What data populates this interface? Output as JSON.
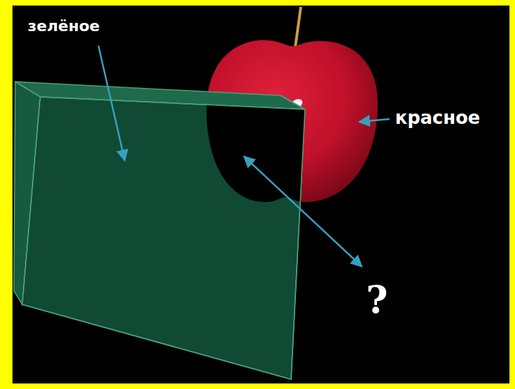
{
  "diagram": {
    "labels": [
      "зелёное",
      "красное",
      "?"
    ]
  }
}
